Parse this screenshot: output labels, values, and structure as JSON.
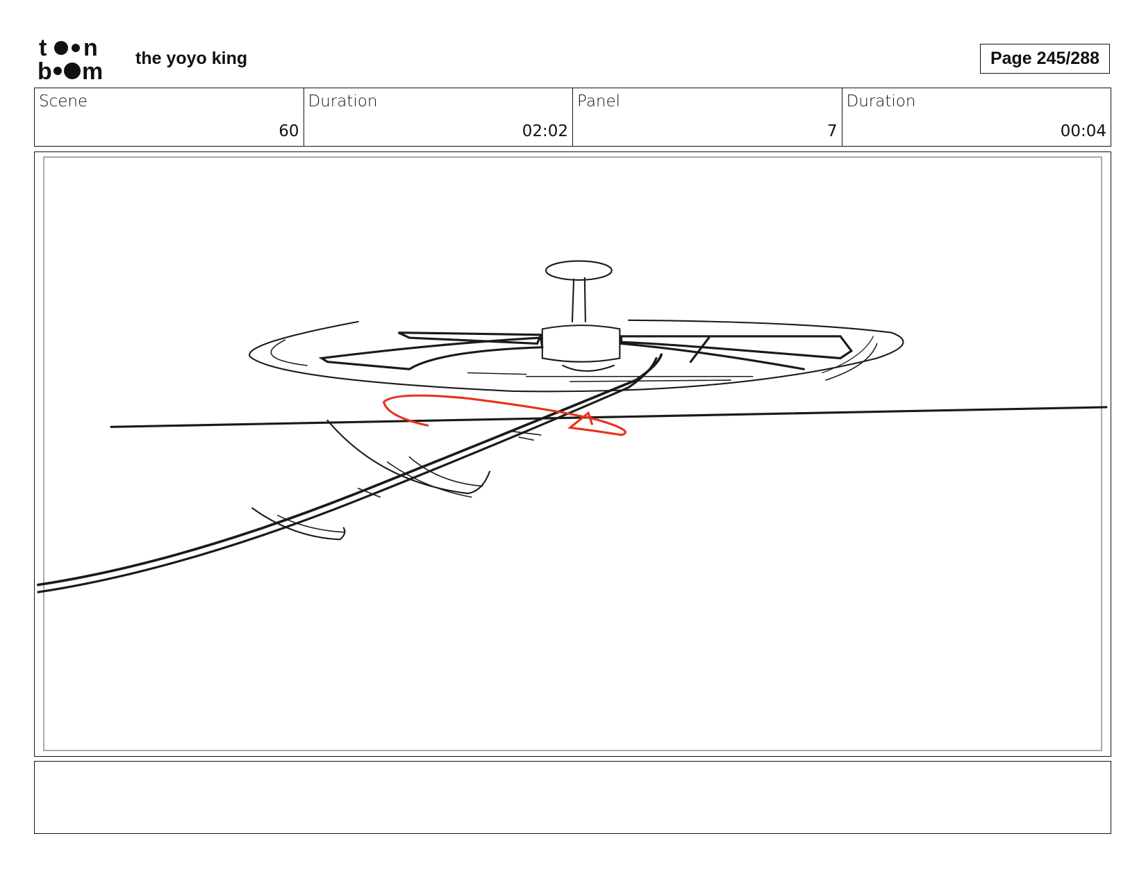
{
  "header": {
    "logo_text": "toon boom",
    "project_title": "the yoyo king",
    "page_label": "Page 245/288"
  },
  "info": [
    {
      "label": "Scene",
      "value": "60"
    },
    {
      "label": "Duration",
      "value": "02:02"
    },
    {
      "label": "Panel",
      "value": "7"
    },
    {
      "label": "Duration",
      "value": "00:04"
    }
  ],
  "colors": {
    "stroke": "#1a1a1a",
    "accent": "#e8321a"
  }
}
